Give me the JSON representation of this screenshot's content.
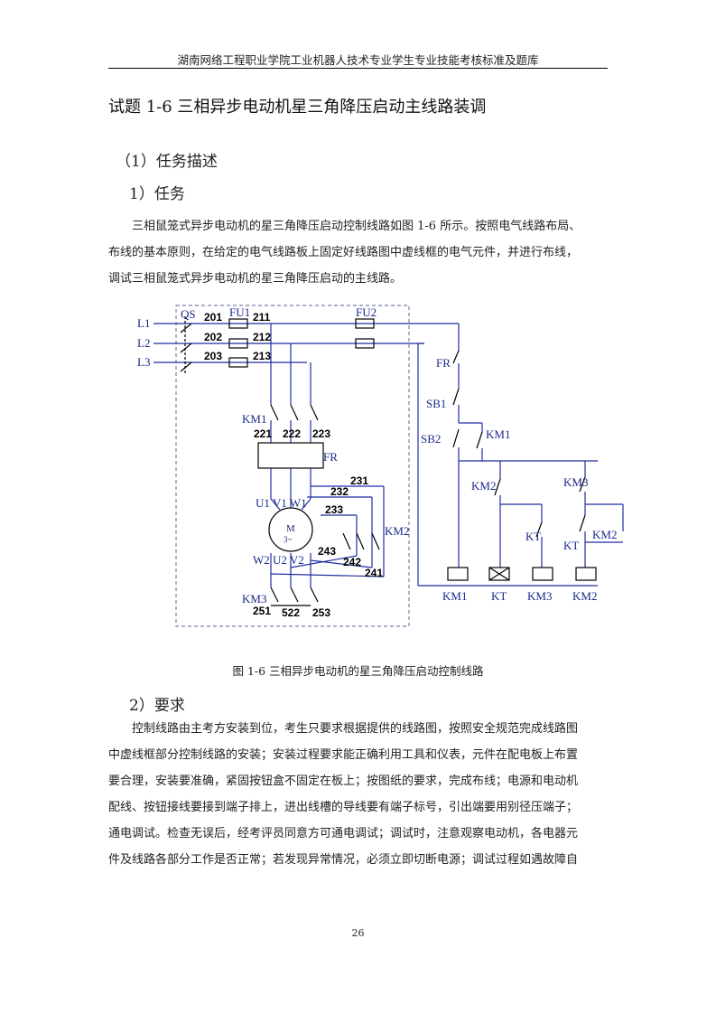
{
  "header": {
    "text": "湖南网络工程职业学院工业机器人技术专业学生专业技能考核标准及题库"
  },
  "title": "试题 1-6 三相异步电动机星三角降压启动主线路装调",
  "section1": {
    "heading": "（1）任务描述",
    "sub_heading": "1）任务"
  },
  "task_lines": [
    "三相鼠笼式异步电动机的星三角降压启动控制线路如图 1-6 所示。按照电气线路布局、",
    "布线的基本原则，在给定的电气线路板上固定好线路图中虚线框的电气元件，并进行布线，",
    "调试三相鼠笼式异步电动机的星三角降压启动的主线路。"
  ],
  "diagram": {
    "phases": [
      "L1",
      "L2",
      "L3"
    ],
    "switch_label": "QS",
    "fuse_labels": [
      "FU1",
      "FU2"
    ],
    "wire_numbers": [
      "201",
      "202",
      "203",
      "211",
      "212",
      "213",
      "221",
      "222",
      "223",
      "231",
      "232",
      "233",
      "243",
      "242",
      "241",
      "251",
      "522",
      "253"
    ],
    "motor_terminals_top": "U1 V1 W1",
    "motor_terminals_bottom": "W2 U2 V2",
    "motor_label": "M",
    "motor_sub": "3~",
    "contactor_labels": [
      "KM1",
      "KM2",
      "KM3"
    ],
    "relay_label": "FR",
    "button_labels": [
      "SB1",
      "SB2"
    ],
    "timer_label": "KT",
    "coil_labels": [
      "KM1",
      "KT",
      "KM3",
      "KM2"
    ]
  },
  "caption": "图 1-6   三相异步电动机的星三角降压启动控制线路",
  "section2": {
    "heading": "2）要求"
  },
  "req_lines": [
    "控制线路由主考方安装到位，考生只要求根据提供的线路图，按照安全规范完成线路图",
    "中虚线框部分控制线路的安装；安装过程要求能正确利用工具和仪表，元件在配电板上布置",
    "要合理，安装要准确，紧固按钮盒不固定在板上；按图纸的要求，完成布线；电源和电动机",
    "配线、按钮接线要接到端子排上，进出线槽的导线要有端子标号，引出端要用别径压端子；",
    "通电调试。检查无误后，经考评员同意方可通电调试；调试时，注意观察电动机，各电器元",
    "件及线路各部分工作是否正常；若发现异常情况，必须立即切断电源；调试过程如遇故障自"
  ],
  "page_number": "26",
  "colors": {
    "wire_blue": "#1f2fa0",
    "label_blue": "#1a2a8a",
    "dashed_frame": "#7f7faf"
  }
}
